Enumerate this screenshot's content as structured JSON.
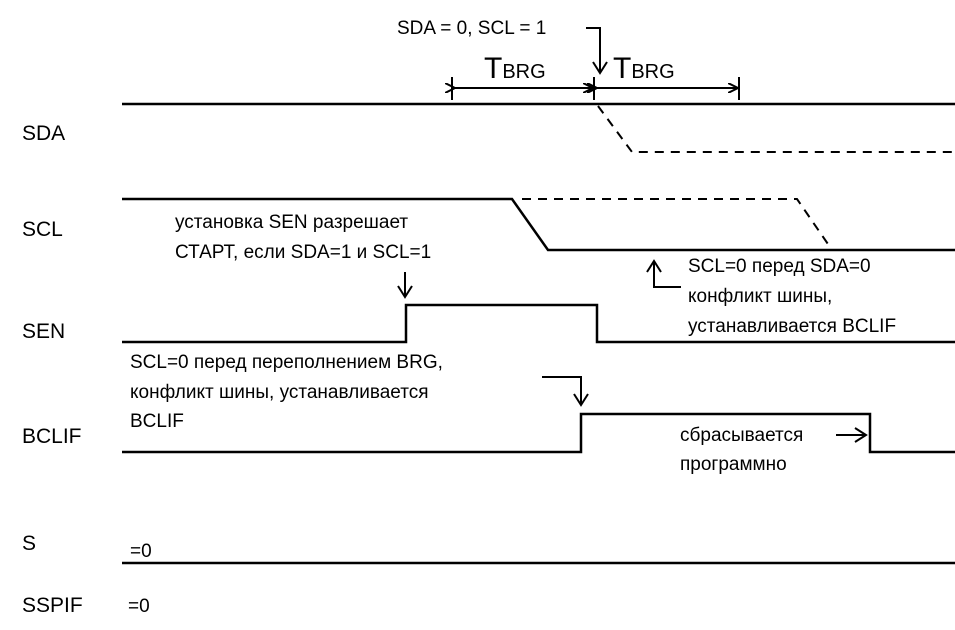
{
  "signals": {
    "sda": "SDA",
    "scl": "SCL",
    "sen": "SEN",
    "bclif": "BCLIF",
    "s": "S",
    "sspif": "SSPIF"
  },
  "values": {
    "s_value": "=0",
    "sspif_value": "=0"
  },
  "timing": {
    "condition": "SDA = 0, SCL = 1",
    "tbrg_main": "T",
    "tbrg_sub": "BRG"
  },
  "annotations": {
    "sen_start": [
      "установка SEN разрешает",
      "СТАРТ, если SDA=1 и SCL=1"
    ],
    "scl_before_sda": [
      "SCL=0 перед SDA=0",
      "конфликт шины,",
      "устанавливается BCLIF"
    ],
    "scl_before_brg": [
      "SCL=0 перед переполнением BRG,",
      "конфликт шины, устанавливается",
      "BCLIF"
    ],
    "cleared": [
      "сбрасывается",
      "программно"
    ]
  }
}
